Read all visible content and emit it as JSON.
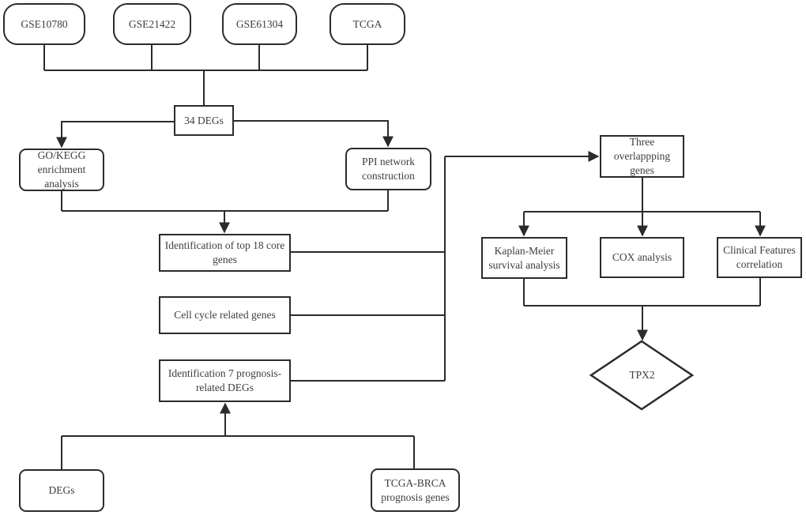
{
  "canvas": {
    "background": "#ffffff",
    "line_color": "#2b2b2b",
    "box_fill": "#ffffff",
    "text_color": "#3d3d3d"
  },
  "nodes": {
    "gse10780": {
      "label": "GSE10780",
      "shape": "rounded-rect"
    },
    "gse21422": {
      "label": "GSE21422",
      "shape": "rounded-rect"
    },
    "gse61304": {
      "label": "GSE61304",
      "shape": "rounded-rect"
    },
    "tcga": {
      "label": "TCGA",
      "shape": "rounded-rect"
    },
    "degs_34": {
      "label": "34 DEGs",
      "shape": "rect"
    },
    "go_kegg": {
      "label": "GO/KEGG enrichment analysis",
      "shape": "rounded-rect"
    },
    "ppi": {
      "label": "PPI network construction",
      "shape": "rounded-rect"
    },
    "top18": {
      "label": "Identification of top 18 core genes",
      "shape": "rect"
    },
    "cell_cycle": {
      "label": "Cell cycle related genes",
      "shape": "rect"
    },
    "prog7": {
      "label": "Identification 7 prognosis-related DEGs",
      "shape": "rect"
    },
    "three_overlap": {
      "label": "Three overlappping genes",
      "shape": "rect"
    },
    "km": {
      "label": "Kaplan-Meier survival analysis",
      "shape": "rect"
    },
    "cox": {
      "label": "COX analysis",
      "shape": "rect"
    },
    "clinical": {
      "label": "Clinical Features correlation",
      "shape": "rect"
    },
    "tpx2": {
      "label": "TPX2",
      "shape": "diamond"
    },
    "degs": {
      "label": "DEGs",
      "shape": "rounded-rect"
    },
    "tcga_brca": {
      "label": "TCGA-BRCA prognosis genes",
      "shape": "rounded-rect"
    }
  },
  "edges": [
    {
      "from": "GSE10780",
      "to": "34 DEGs",
      "arrow": false
    },
    {
      "from": "GSE21422",
      "to": "34 DEGs",
      "arrow": false
    },
    {
      "from": "GSE61304",
      "to": "34 DEGs",
      "arrow": false
    },
    {
      "from": "TCGA",
      "to": "34 DEGs",
      "arrow": false
    },
    {
      "from": "34 DEGs",
      "to": "GO/KEGG enrichment analysis",
      "arrow": true
    },
    {
      "from": "34 DEGs",
      "to": "PPI network construction",
      "arrow": true
    },
    {
      "from": "GO/KEGG enrichment analysis",
      "to": "Identification of top 18 core genes",
      "arrow": true
    },
    {
      "from": "PPI network construction",
      "to": "Identification of top 18 core genes",
      "arrow": true
    },
    {
      "from": "Identification of top 18 core genes",
      "to": "Three overlappping genes",
      "arrow": true
    },
    {
      "from": "Cell cycle related genes",
      "to": "Three overlappping genes",
      "arrow": true
    },
    {
      "from": "Identification 7 prognosis-related DEGs",
      "to": "Three overlappping genes",
      "arrow": true
    },
    {
      "from": "DEGs",
      "to": "Identification 7 prognosis-related DEGs",
      "arrow": true
    },
    {
      "from": "TCGA-BRCA prognosis genes",
      "to": "Identification 7 prognosis-related DEGs",
      "arrow": true
    },
    {
      "from": "Three overlappping genes",
      "to": "Kaplan-Meier survival analysis",
      "arrow": true
    },
    {
      "from": "Three overlappping genes",
      "to": "COX analysis",
      "arrow": true
    },
    {
      "from": "Three overlappping genes",
      "to": "Clinical Features correlation",
      "arrow": true
    },
    {
      "from": "Kaplan-Meier survival analysis",
      "to": "TPX2",
      "arrow": true
    },
    {
      "from": "COX analysis",
      "to": "TPX2",
      "arrow": true
    },
    {
      "from": "Clinical Features correlation",
      "to": "TPX2",
      "arrow": true
    }
  ]
}
